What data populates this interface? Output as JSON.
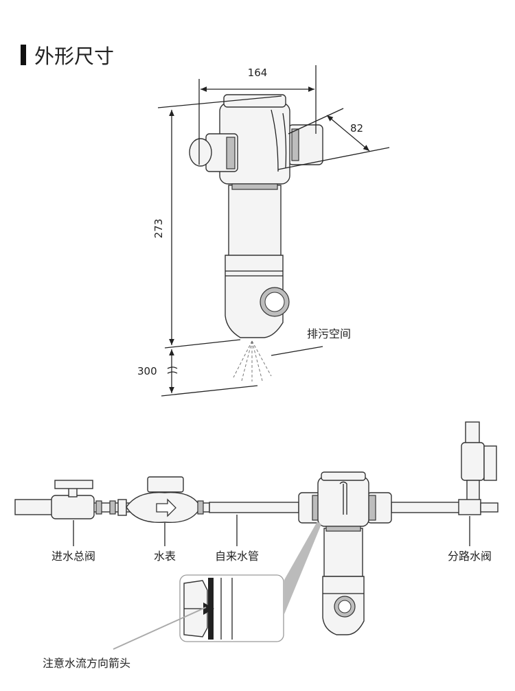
{
  "title": "外形尺寸",
  "dimensions": {
    "width_label": "164",
    "depth_label": "82",
    "height_label": "273",
    "drain_space_label": "300",
    "drain_space_caption": "排污空间"
  },
  "installation": {
    "main_valve": "进水总阀",
    "water_meter": "水表",
    "tap_pipe": "自来水管",
    "branch_valve": "分路水阀",
    "flow_arrow_note": "注意水流方向箭头"
  }
}
